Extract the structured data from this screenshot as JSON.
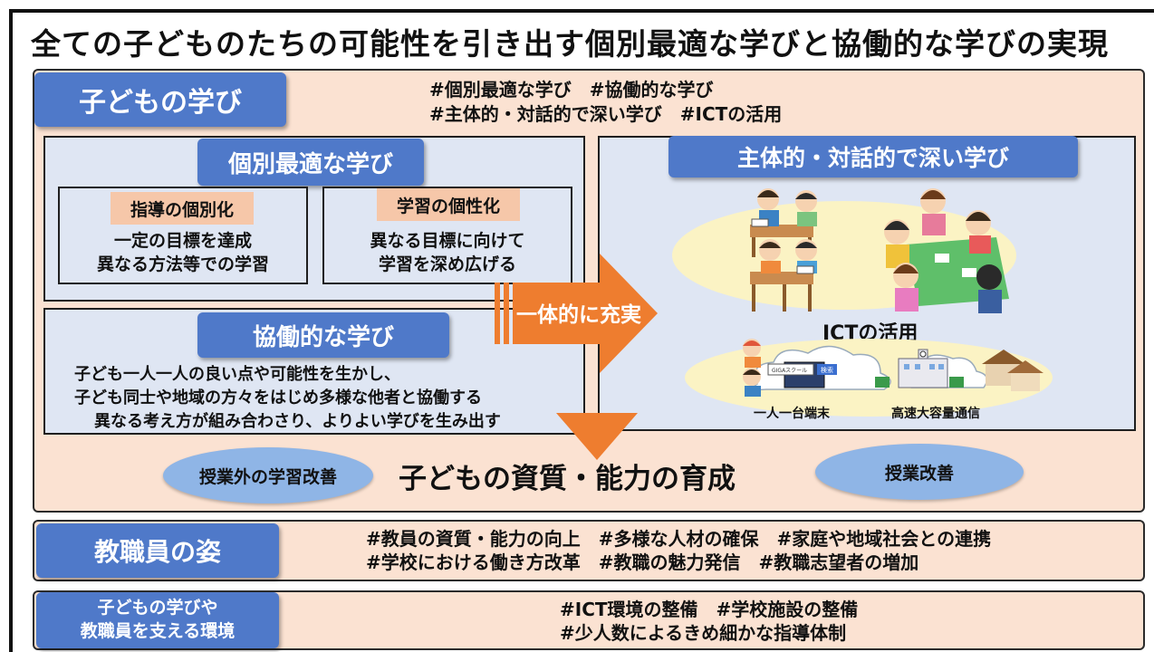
{
  "title": "全ての子どものたちの可能性を引き出す個別最適な学びと協働的な学びの実現",
  "children_learning": {
    "label": "子どもの学び",
    "hashtags_line1": "#個別最適な学び　#協働的な学び",
    "hashtags_line2": "#主体的・対話的で深い学び　#ICTの活用"
  },
  "individual": {
    "header": "個別最適な学び",
    "box1": {
      "tag": "指導の個別化",
      "line1": "一定の目標を達成",
      "line2": "異なる方法等での学習"
    },
    "box2": {
      "tag": "学習の個性化",
      "line1": "異なる目標に向けて",
      "line2": "学習を深め広げる"
    }
  },
  "collaborative": {
    "header": "協働的な学び",
    "line1": "子ども一人一人の良い点や可能性を生かし、",
    "line2": "子ども同士や地域の方々をはじめ多様な他者と協働する",
    "line3": "異なる考え方が組み合わさり、よりよい学びを生み出す"
  },
  "arrow_label": "一体的に充実",
  "deep_learning": {
    "header": "主体的・対話的で深い学び",
    "ict_label": "ICTの活用",
    "ict_caption_left": "一人一台端末",
    "ict_caption_right": "高速大容量通信",
    "screen_text": "GIGAスクール",
    "search_text": "検索"
  },
  "outcome": {
    "left_ellipse": "授業外の学習改善",
    "center": "子どもの資質・能力の育成",
    "right_ellipse": "授業改善"
  },
  "staff": {
    "label": "教職員の姿",
    "line1": "#教員の資質・能力の向上　#多様な人材の確保　#家庭や地域社会との連携",
    "line2": "#学校における働き方改革　#教職の魅力発信　#教職志望者の増加"
  },
  "environment": {
    "label_line1": "子どもの学びや",
    "label_line2": "教職員を支える環境",
    "line1": "#ICT環境の整備　#学校施設の整備",
    "line2": "#少人数によるきめ細かな指導体制"
  },
  "colors": {
    "blue_label": "#4f79c9",
    "peach_bg": "#fbe2d2",
    "light_blue_bg": "#dfe6f3",
    "orange_arrow": "#ee7d2f",
    "ellipse_yellow": "#fbf3c4",
    "ellipse_blue": "#8fb5e6"
  }
}
